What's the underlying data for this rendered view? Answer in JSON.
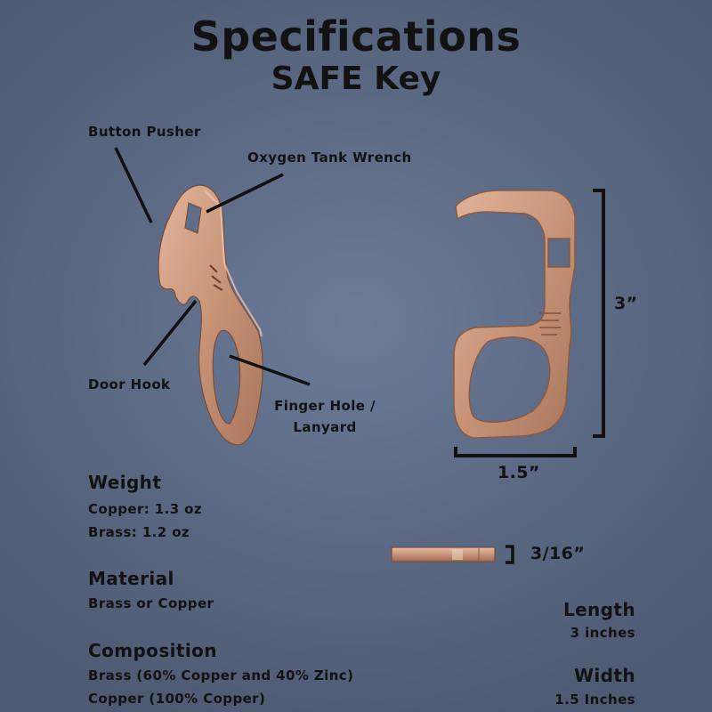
{
  "header": {
    "title": "Specifications",
    "subtitle": "SAFE Key"
  },
  "callouts": {
    "button_pusher": "Button Pusher",
    "oxygen_tank_wrench": "Oxygen Tank Wrench",
    "door_hook": "Door Hook",
    "finger_hole_line1": "Finger Hole /",
    "finger_hole_line2": "Lanyard"
  },
  "dimensions": {
    "height": "3”",
    "width": "1.5”",
    "thickness": "3/16”"
  },
  "specs": {
    "weight": {
      "heading": "Weight",
      "copper": "Copper: 1.3 oz",
      "brass": "Brass: 1.2 oz"
    },
    "material": {
      "heading": "Material",
      "value": "Brass or Copper"
    },
    "composition": {
      "heading": "Composition",
      "brass": "Brass (60% Copper and 40% Zinc)",
      "copper": "Copper (100% Copper)"
    },
    "length": {
      "heading": "Length",
      "value": "3 inches"
    },
    "width": {
      "heading": "Width",
      "value": "1.5 Inches"
    }
  },
  "colors": {
    "background": "#5d6b86",
    "copper": "#c89478",
    "copper_dark": "#8a5a42",
    "text": "#121212"
  }
}
